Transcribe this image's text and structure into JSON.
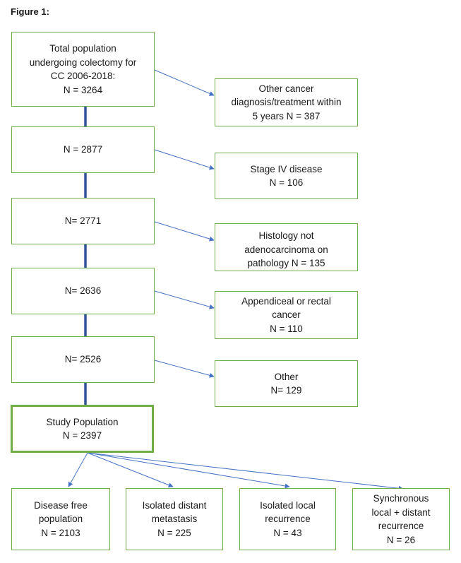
{
  "figure": {
    "title": "Figure 1:"
  },
  "colors": {
    "box_border": "#70ad47",
    "arrow": "#4472c4",
    "spine": "#2e5597"
  },
  "main": [
    {
      "id": "total",
      "lines": [
        "Total population",
        "undergoing colectomy for",
        "CC 2006-2018:",
        "N = 3264"
      ]
    },
    {
      "id": "n2877",
      "lines": [
        "N = 2877"
      ]
    },
    {
      "id": "n2771",
      "lines": [
        "N= 2771"
      ]
    },
    {
      "id": "n2636",
      "lines": [
        "N= 2636"
      ]
    },
    {
      "id": "n2526",
      "lines": [
        "N= 2526"
      ]
    },
    {
      "id": "study",
      "lines": [
        "Study Population",
        "N = 2397"
      ]
    }
  ],
  "exclusions": [
    {
      "id": "other-cancer",
      "lines": [
        "Other cancer",
        "diagnosis/treatment within",
        "5 years N = 387"
      ]
    },
    {
      "id": "stage-iv",
      "lines": [
        "Stage IV disease",
        "N = 106"
      ]
    },
    {
      "id": "histology",
      "lines": [
        "Histology not",
        "adenocarcinoma on",
        "pathology N = 135"
      ]
    },
    {
      "id": "appendiceal",
      "lines": [
        "Appendiceal or rectal",
        "cancer",
        "N = 110"
      ]
    },
    {
      "id": "other",
      "lines": [
        "Other",
        "N= 129"
      ]
    }
  ],
  "outcomes": [
    {
      "id": "disease-free",
      "lines": [
        "Disease free",
        "population",
        "N = 2103"
      ]
    },
    {
      "id": "distant",
      "lines": [
        "Isolated distant",
        "metastasis",
        "N = 225"
      ]
    },
    {
      "id": "local",
      "lines": [
        "Isolated local",
        "recurrence",
        "N = 43"
      ]
    },
    {
      "id": "synchronous",
      "lines": [
        "Synchronous",
        "local + distant",
        "recurrence",
        "N = 26"
      ]
    }
  ]
}
